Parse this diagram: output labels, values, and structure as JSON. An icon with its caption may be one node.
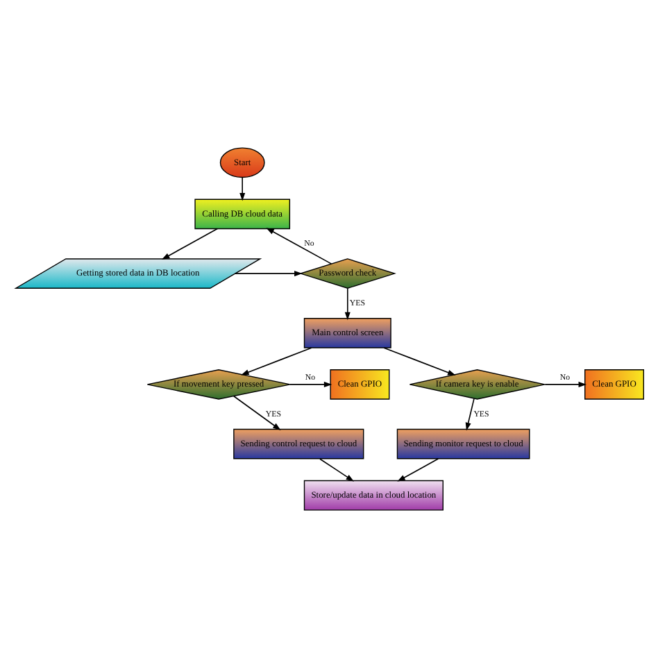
{
  "diagram": {
    "nodes": [
      {
        "text": [
          "Start"
        ]
      },
      {
        "text": [
          "Calling DB cloud data"
        ]
      },
      {
        "text": [
          "Getting stored data in DB location"
        ]
      },
      {
        "text": [
          "Password check"
        ]
      },
      {
        "text": [
          "Main control screen"
        ]
      },
      {
        "text": [
          "Clean GPIO"
        ]
      },
      {
        "text": [
          "If movement key pressed"
        ]
      },
      {
        "text": [
          "If camera key is enable"
        ]
      },
      {
        "text": [
          "Clean GPIO"
        ]
      },
      {
        "text": [
          "Sending control request to cloud"
        ]
      },
      {
        "text": [
          "Sending monitor request to cloud"
        ]
      },
      {
        "text": [
          "Store/update data in cloud location"
        ]
      }
    ],
    "edges": [
      {
        "from": 0,
        "to": 1,
        "arrow": "to"
      },
      {
        "from": 1,
        "to": 2,
        "arrow": "to"
      },
      {
        "from": 2,
        "to": 3,
        "arrow": "to"
      },
      {
        "from": 3,
        "to": 1,
        "arrow": "to",
        "label": "No"
      },
      {
        "from": 3,
        "to": 4,
        "arrow": "to",
        "label": "YES"
      },
      {
        "from": 4,
        "to": 6,
        "arrow": "to"
      },
      {
        "from": 4,
        "to": 7,
        "arrow": "to"
      },
      {
        "from": 6,
        "to": 5,
        "arrow": "to",
        "label": "No"
      },
      {
        "from": 7,
        "to": 8,
        "arrow": "to",
        "label": "No"
      },
      {
        "from": 6,
        "to": 9,
        "arrow": "to",
        "label": "YES"
      },
      {
        "from": 7,
        "to": 10,
        "arrow": "to",
        "label": "YES"
      },
      {
        "from": 9,
        "to": 11,
        "arrow": "to"
      },
      {
        "from": 10,
        "to": 11,
        "arrow": "to"
      }
    ]
  }
}
